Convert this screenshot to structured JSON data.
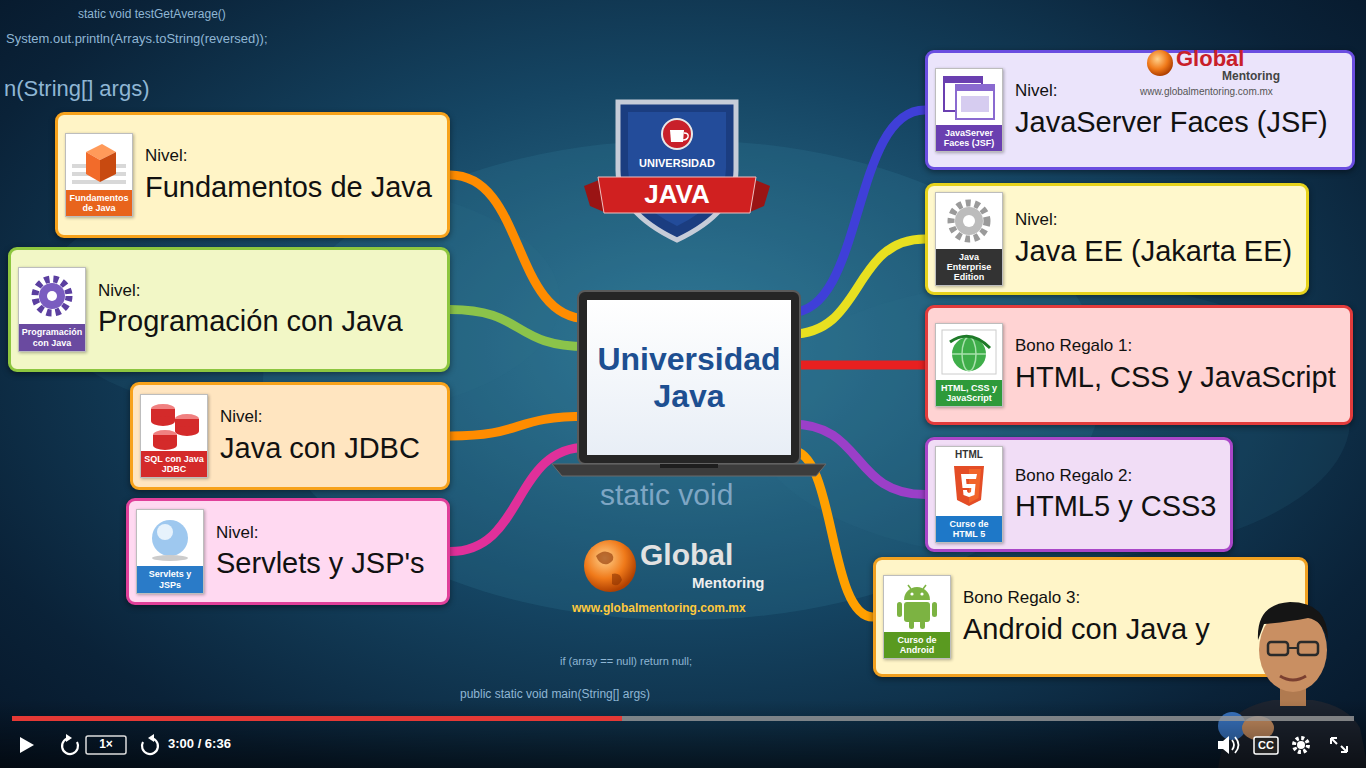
{
  "diagram": {
    "nodes": [
      {
        "text": [
          "Universidad Java"
        ]
      },
      {
        "text": [
          "Fundamentos de Java",
          "Nivel:",
          "Fundamentos de Java"
        ]
      },
      {
        "text": [
          "Programación con Java",
          "Nivel:",
          "Programación con Java"
        ]
      },
      {
        "text": [
          "SQL con Java JDBC",
          "Nivel:",
          "Java con JDBC"
        ]
      },
      {
        "text": [
          "Servlets y JSPs",
          "Nivel:",
          "Servlets y JSP's"
        ]
      },
      {
        "text": [
          "JavaServer Faces (JSF)",
          "Nivel:",
          "JavaServer Faces (JSF)"
        ]
      },
      {
        "text": [
          "Java Enterprise Edition",
          "Nivel:",
          "Java EE (Jakarta EE)"
        ]
      },
      {
        "text": [
          "HTML, CSS y JavaScript",
          "Bono Regalo 1:",
          "HTML, CSS y JavaScript"
        ]
      },
      {
        "text": [
          "HTML",
          "Curso de HTML 5",
          "Bono Regalo 2:",
          "HTML5 y CSS3"
        ]
      },
      {
        "text": [
          "Curso de Android",
          "Bono Regalo 3:",
          "Android con Java y"
        ]
      }
    ],
    "edges": [
      {
        "from": 0,
        "to": 1,
        "arrow": "none"
      },
      {
        "from": 0,
        "to": 2,
        "arrow": "none"
      },
      {
        "from": 0,
        "to": 3,
        "arrow": "none"
      },
      {
        "from": 0,
        "to": 4,
        "arrow": "none"
      },
      {
        "from": 0,
        "to": 5,
        "arrow": "none"
      },
      {
        "from": 0,
        "to": 6,
        "arrow": "none"
      },
      {
        "from": 0,
        "to": 7,
        "arrow": "none"
      },
      {
        "from": 0,
        "to": 8,
        "arrow": "none"
      },
      {
        "from": 0,
        "to": 9,
        "arrow": "none"
      }
    ],
    "labels": [
      "static void testGetAverage()",
      "System.out.println(Arrays.toString(reversed));",
      "n(String[] args)",
      "public static void main(String[] args)",
      "if (array == null) return null;",
      "static void",
      "UNIVERSIDAD",
      "JAVA",
      "Global",
      "Mentoring",
      "www.globalmentoring.com.mx",
      "Global",
      "Mentoring",
      "www.globalmentoring.com.mx",
      "1×",
      "3:00 / 6:36",
      "CC"
    ]
  }
}
